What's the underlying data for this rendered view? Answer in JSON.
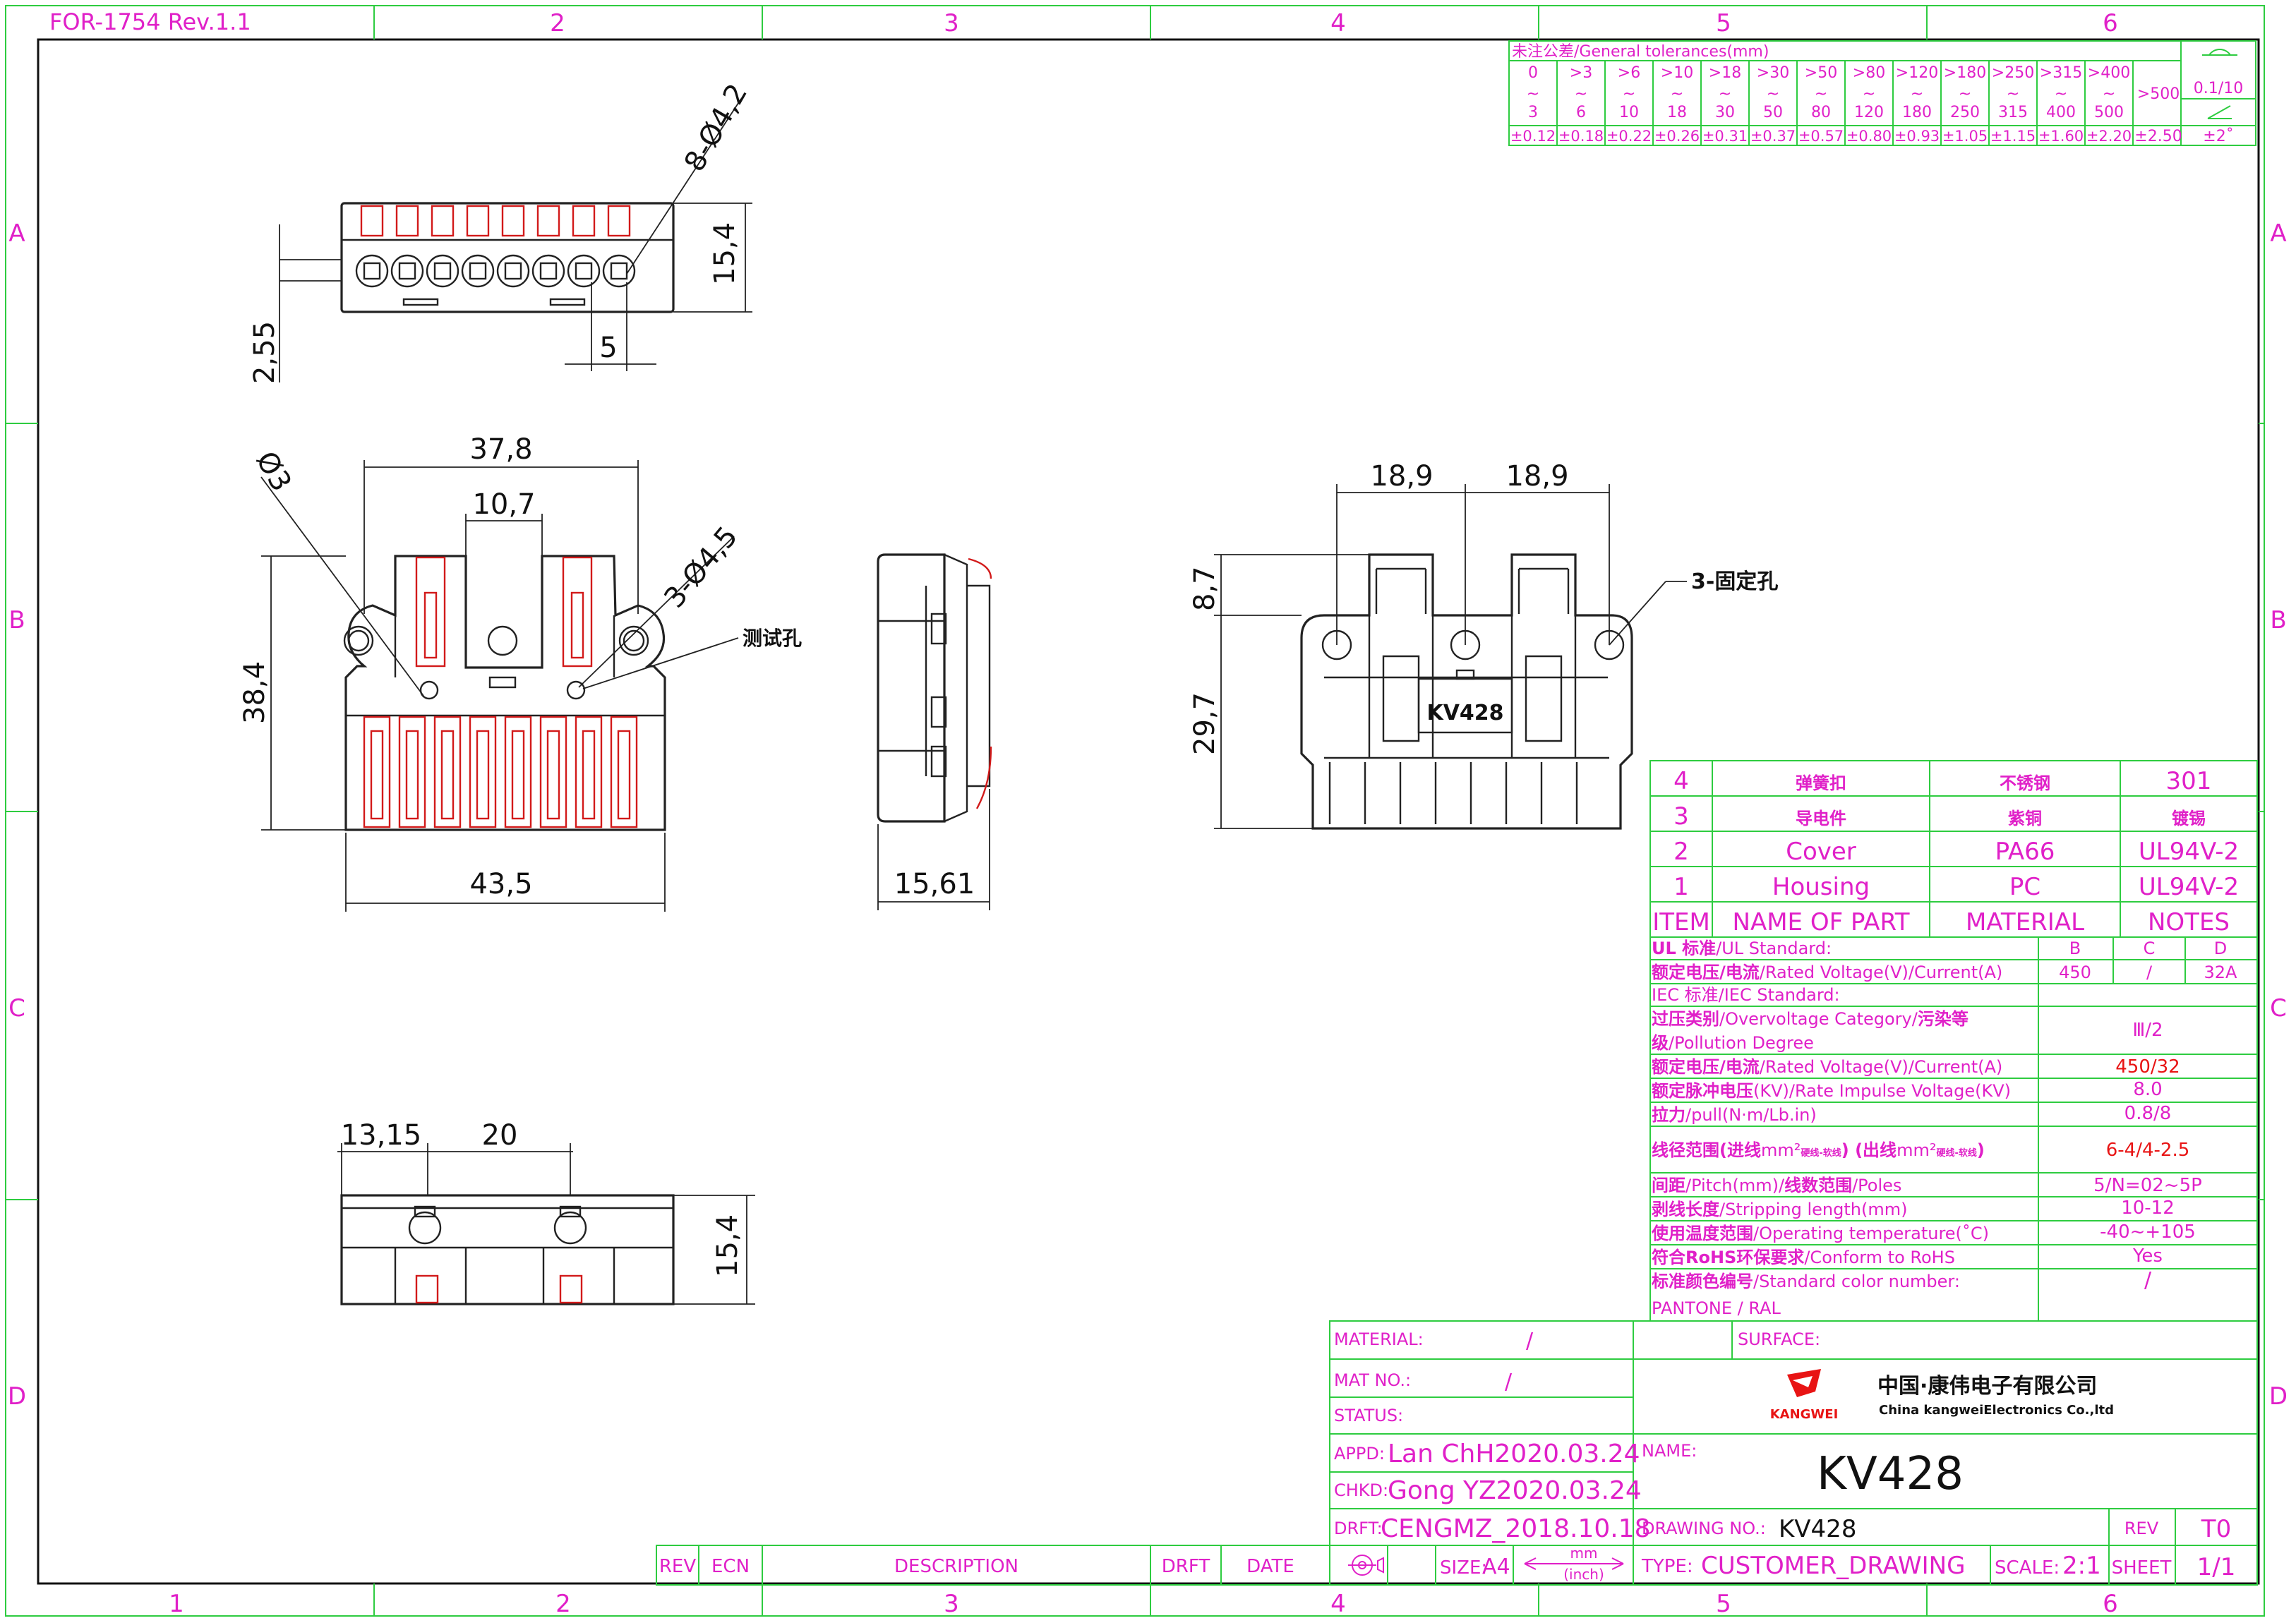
{
  "header": {
    "form_no": "FOR-1754  Rev.1.1"
  },
  "border": {
    "cols_top": [
      "2",
      "3",
      "4",
      "5",
      "6"
    ],
    "cols_bottom": [
      "1",
      "2",
      "3",
      "4",
      "5",
      "6"
    ],
    "rows": [
      "A",
      "B",
      "C",
      "D"
    ]
  },
  "tolerance": {
    "title": "未注公差/General tolerances(mm)",
    "ranges": [
      {
        "from": "0",
        "to": "3",
        "tol": "±0.12"
      },
      {
        "from": ">3",
        "to": "6",
        "tol": "±0.18"
      },
      {
        "from": ">6",
        "to": "10",
        "tol": "±0.22"
      },
      {
        "from": ">10",
        "to": "18",
        "tol": "±0.26"
      },
      {
        "from": ">18",
        "to": "30",
        "tol": "±0.31"
      },
      {
        "from": ">30",
        "to": "50",
        "tol": "±0.37"
      },
      {
        "from": ">50",
        "to": "80",
        "tol": "±0.57"
      },
      {
        "from": ">80",
        "to": "120",
        "tol": "±0.80"
      },
      {
        "from": ">120",
        "to": "180",
        "tol": "±0.93"
      },
      {
        "from": ">180",
        "to": "250",
        "tol": "±1.05"
      },
      {
        "from": ">250",
        "to": "315",
        "tol": "±1.15"
      },
      {
        "from": ">315",
        "to": "400",
        "tol": "±1.60"
      },
      {
        "from": ">400",
        "to": "500",
        "tol": "±2.20"
      }
    ],
    "last_range": ">500",
    "last_tol": "±2.50",
    "tilde": "~",
    "flat": "0.1/10",
    "angle": "±2˚"
  },
  "views": {
    "top": {
      "holes": "8-Ø4,2",
      "height": "15,4",
      "offset": "2,55",
      "pitch": "5"
    },
    "front": {
      "width_top": "37,8",
      "slot": "10,7",
      "hole_small": "Ø3",
      "holes": "3-Ø4,5",
      "test_hole": "测试孔",
      "height": "38,4",
      "width_bottom": "43,5"
    },
    "side": {
      "depth": "15,61"
    },
    "back": {
      "half_left": "18,9",
      "half_right": "18,9",
      "top": "8,7",
      "body": "29,7",
      "holes": "3-固定孔",
      "label": "KV428"
    },
    "bottom": {
      "edge": "13,15",
      "pitch": "20",
      "height": "15,4"
    }
  },
  "bom": {
    "rows": [
      {
        "item": "4",
        "name": "弹簧扣",
        "material": "不锈钢",
        "notes": "301"
      },
      {
        "item": "3",
        "name": "导电件",
        "material": "紫铜",
        "notes": "镀锡"
      },
      {
        "item": "2",
        "name": "Cover",
        "material": "PA66",
        "notes": "UL94V-2"
      },
      {
        "item": "1",
        "name": "Housing",
        "material": "PC",
        "notes": "UL94V-2"
      }
    ],
    "header": {
      "item": "ITEM",
      "name": "NAME OF PART",
      "material": "MATERIAL",
      "notes": "NOTES"
    }
  },
  "specs": {
    "ul_standard": {
      "label_cn": "UL 标准",
      "label_en": "/UL Standard:",
      "cols": [
        "B",
        "C",
        "D"
      ]
    },
    "ul_rating": {
      "label_cn": "额定电压/电流",
      "label_en": "/Rated Voltage(V)/Current(A)",
      "values": [
        "450",
        "/",
        "32A"
      ]
    },
    "iec_standard": {
      "label": "IEC 标准/IEC Standard:"
    },
    "overvoltage": {
      "label_cn": "过压类别",
      "label_en": "/Overvoltage Category/",
      "label_cn2": "污染等",
      "label_cn3": "级",
      "label_en2": "/Pollution Degree",
      "value": "Ⅲ/2"
    },
    "iec_rating": {
      "label_cn": "额定电压/电流",
      "label_en": "/Rated Voltage(V)/Current(A)",
      "value": "450/32"
    },
    "impulse": {
      "label_cn": "额定脉冲电压",
      "label_en": "(KV)/Rate Impulse Voltage(KV)",
      "value": "8.0"
    },
    "pull": {
      "label_cn": "拉力",
      "label_en": "/pull(N·m/Lb.in)",
      "value": "0.8/8"
    },
    "wire_range": {
      "label_cn": "线径范围(进线",
      "label_mid": "mm²",
      "label_sup": "硬线-软线",
      "label_cn2": ") (出线",
      "label_mid2": "mm²",
      "label_sup2": "硬线-软线",
      "label_end": ")",
      "value": "6-4/4-2.5"
    },
    "pitch": {
      "label_cn": "间距",
      "label_en": "/Pitch(mm)/",
      "label_cn2": "线数范围",
      "label_en2": "/Poles",
      "value": "5/N=02~5P"
    },
    "strip": {
      "label_cn": "剥线长度",
      "label_en": "/Stripping length(mm)",
      "value": "10-12"
    },
    "temp": {
      "label_cn": "使用温度范围",
      "label_en": "/Operating temperature(˚C)",
      "value": "-40~+105"
    },
    "rohs": {
      "label_cn": "符合RoHS环保要求",
      "label_en": "/Conform to RoHS",
      "value": "Yes"
    },
    "color": {
      "label_cn": "标准颜色编号",
      "label_en": "/Standard color number:",
      "label_en2": "PANTONE / RAL",
      "value": "/"
    }
  },
  "titleblock": {
    "material_label": "MATERIAL:",
    "material_value": "/",
    "surface_label": "SURFACE:",
    "matno_label": "MAT NO.:",
    "matno_value": "/",
    "status_label": "STATUS:",
    "appd_label": "APPD:",
    "appd_value": "Lan ChH2020.03.24",
    "chkd_label": "CHKD:",
    "chkd_value": "Gong YZ2020.03.24",
    "drft_label": "DRFT:",
    "drft_value": "CENGMZ_2018.10.18",
    "size_label": "SIZE:",
    "size_value": "A4",
    "unit_top": "mm",
    "unit_bottom": "(inch)",
    "company_cn": "中国·康伟电子有限公司",
    "company_en": "China kangweiElectronics Co.,ltd",
    "logo_text": "KANGWEI",
    "name_label": "NAME:",
    "name_value": "KV428",
    "drawing_label": "DRAWING NO.:",
    "drawing_value": "KV428",
    "rev_label": "REV",
    "rev_value": "T0",
    "type_label": "TYPE:",
    "type_value": "CUSTOMER_DRAWING",
    "scale_label": "SCALE:",
    "scale_value": "2:1",
    "sheet_label": "SHEET",
    "sheet_value": "1/1"
  },
  "revision": {
    "rev": "REV",
    "ecn": "ECN",
    "description": "DESCRIPTION",
    "drft": "DRFT",
    "date": "DATE"
  }
}
